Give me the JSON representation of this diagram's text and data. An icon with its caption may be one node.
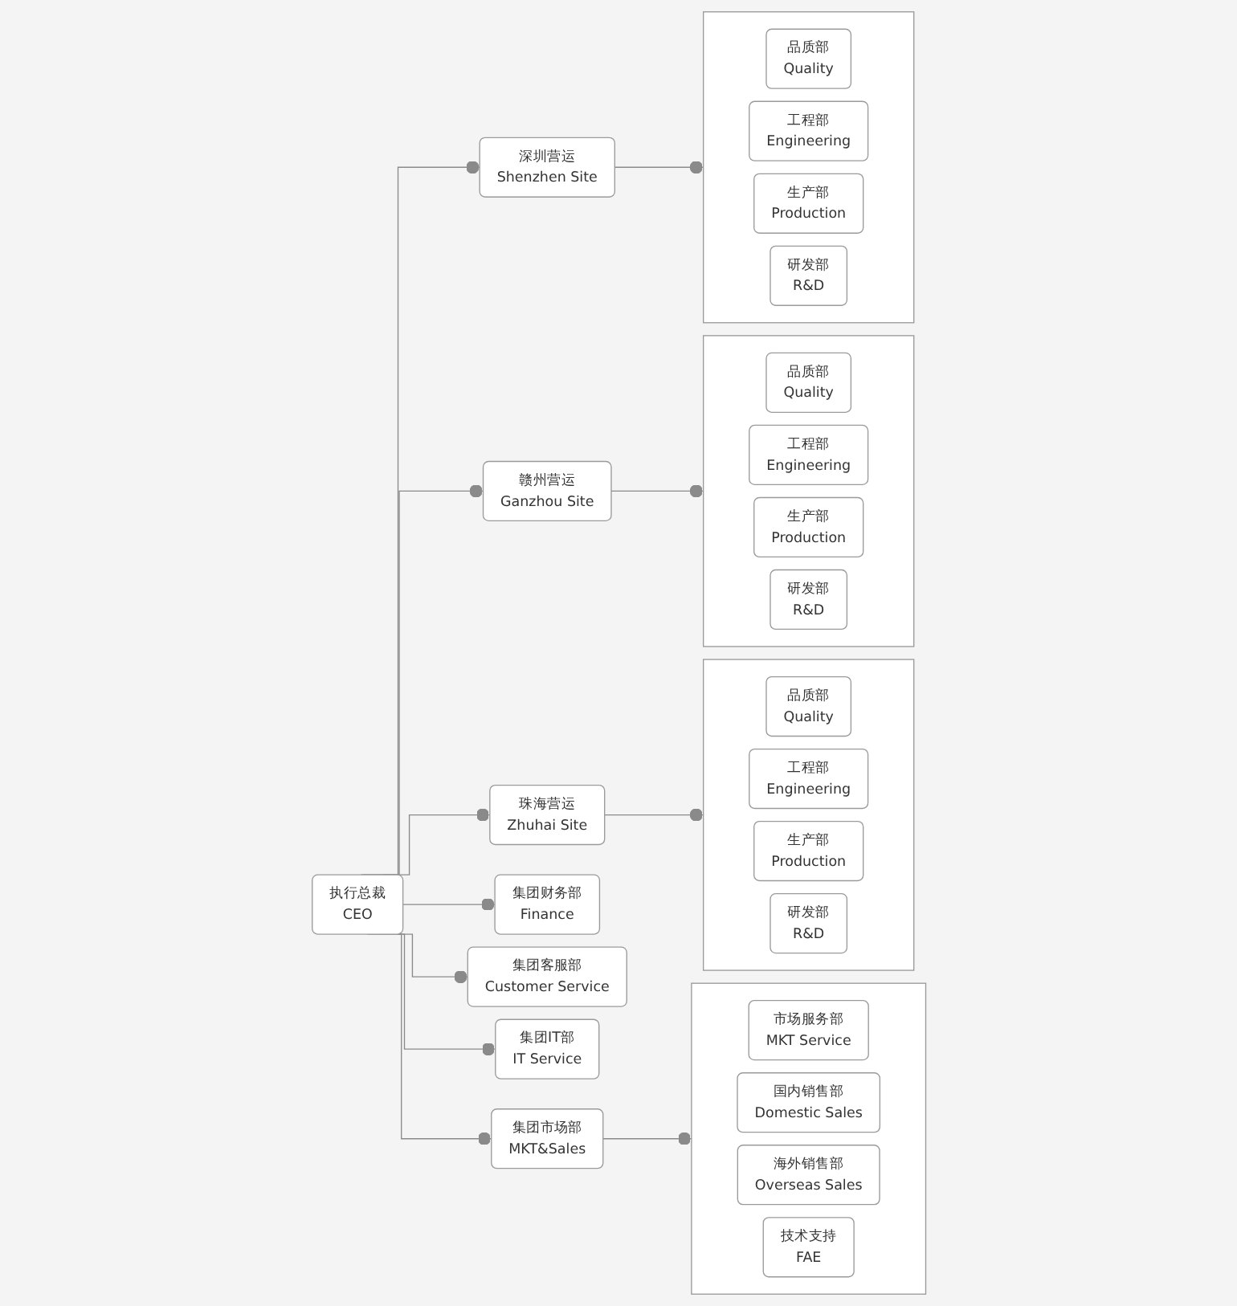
{
  "diagram": {
    "nodes": [
      {
        "text": [
          "执行总裁",
          "CEO"
        ]
      },
      {
        "text": [
          "深圳营运",
          "Shenzhen Site"
        ]
      },
      {
        "text": [],
        "shape": "box"
      },
      {
        "text": [
          "品质部",
          "Quality"
        ],
        "in": 2
      },
      {
        "text": [
          "工程部",
          "Engineering"
        ],
        "in": 2
      },
      {
        "text": [
          "生产部",
          "Production"
        ],
        "in": 2
      },
      {
        "text": [
          "研发部",
          "R&D"
        ],
        "in": 2
      },
      {
        "text": [
          "赣州营运",
          "Ganzhou Site"
        ]
      },
      {
        "text": [],
        "shape": "box"
      },
      {
        "text": [
          "品质部",
          "Quality"
        ],
        "in": 8
      },
      {
        "text": [
          "工程部",
          "Engineering"
        ],
        "in": 8
      },
      {
        "text": [
          "生产部",
          "Production"
        ],
        "in": 8
      },
      {
        "text": [
          "研发部",
          "R&D"
        ],
        "in": 8
      },
      {
        "text": [
          "珠海营运",
          "Zhuhai Site"
        ]
      },
      {
        "text": [],
        "shape": "box"
      },
      {
        "text": [
          "品质部",
          "Quality"
        ],
        "in": 14
      },
      {
        "text": [
          "工程部",
          "Engineering"
        ],
        "in": 14
      },
      {
        "text": [
          "生产部",
          "Production"
        ],
        "in": 14
      },
      {
        "text": [
          "研发部",
          "R&D"
        ],
        "in": 14
      },
      {
        "text": [
          "集团财务部",
          "Finance"
        ]
      },
      {
        "text": [
          "集团客服部",
          "Customer Service"
        ]
      },
      {
        "text": [
          "集团IT部",
          "IT Service"
        ]
      },
      {
        "text": [
          "集团市场部",
          "MKT&Sales"
        ]
      },
      {
        "text": [],
        "shape": "box"
      },
      {
        "text": [
          "市场服务部",
          "MKT Service"
        ],
        "in": 23
      },
      {
        "text": [
          "国内销售部",
          "Domestic Sales"
        ],
        "in": 23
      },
      {
        "text": [
          "海外销售部",
          "Overseas Sales"
        ],
        "in": 23
      },
      {
        "text": [
          "技术支持",
          "FAE"
        ],
        "in": 23
      }
    ],
    "edges": [
      {
        "from": 0,
        "to": 1,
        "arrow": "other"
      },
      {
        "from": 0,
        "to": 7,
        "arrow": "other"
      },
      {
        "from": 0,
        "to": 13,
        "arrow": "other"
      },
      {
        "from": 0,
        "to": 19,
        "arrow": "other"
      },
      {
        "from": 0,
        "to": 20,
        "arrow": "other"
      },
      {
        "from": 0,
        "to": 21,
        "arrow": "other"
      },
      {
        "from": 0,
        "to": 22,
        "arrow": "other"
      },
      {
        "from": 1,
        "to": 2,
        "arrow": "other"
      },
      {
        "from": 7,
        "to": 8,
        "arrow": "other"
      },
      {
        "from": 13,
        "to": 14,
        "arrow": "other"
      },
      {
        "from": 22,
        "to": 23,
        "arrow": "other"
      }
    ]
  }
}
